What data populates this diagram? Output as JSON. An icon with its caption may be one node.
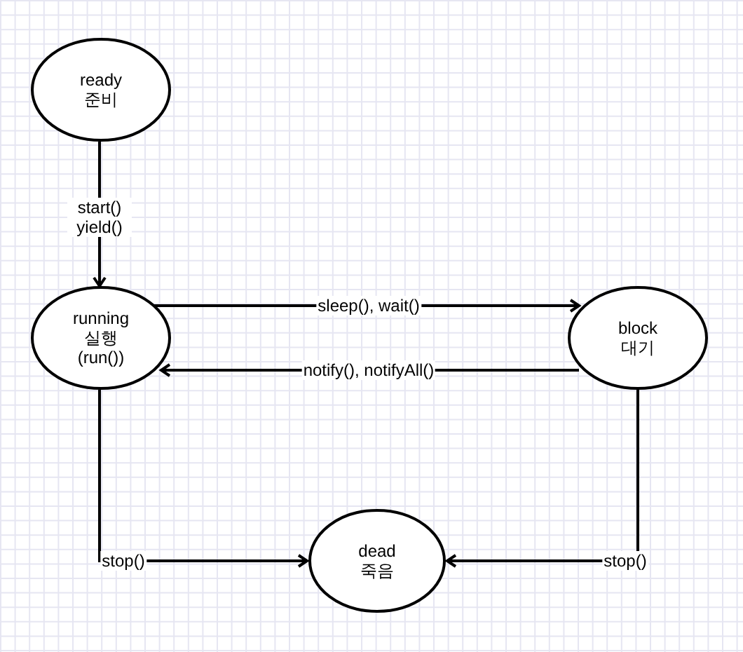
{
  "diagram": {
    "nodes": [
      {
        "text": [
          "ready",
          "준비"
        ]
      },
      {
        "text": [
          "running",
          "실행",
          "(run())"
        ]
      },
      {
        "text": [
          "block",
          "대기"
        ]
      },
      {
        "text": [
          "dead",
          "죽음"
        ]
      }
    ],
    "edges": [
      {
        "from": 0,
        "to": 1,
        "arrow": "to",
        "label": "start() yield()"
      },
      {
        "from": 1,
        "to": 2,
        "arrow": "to",
        "label": "sleep(), wait()"
      },
      {
        "from": 2,
        "to": 1,
        "arrow": "to",
        "label": "notify(), notifyAll()"
      },
      {
        "from": 1,
        "to": 3,
        "arrow": "to",
        "label": "stop()"
      },
      {
        "from": 2,
        "to": 3,
        "arrow": "to",
        "label": "stop()"
      }
    ]
  }
}
